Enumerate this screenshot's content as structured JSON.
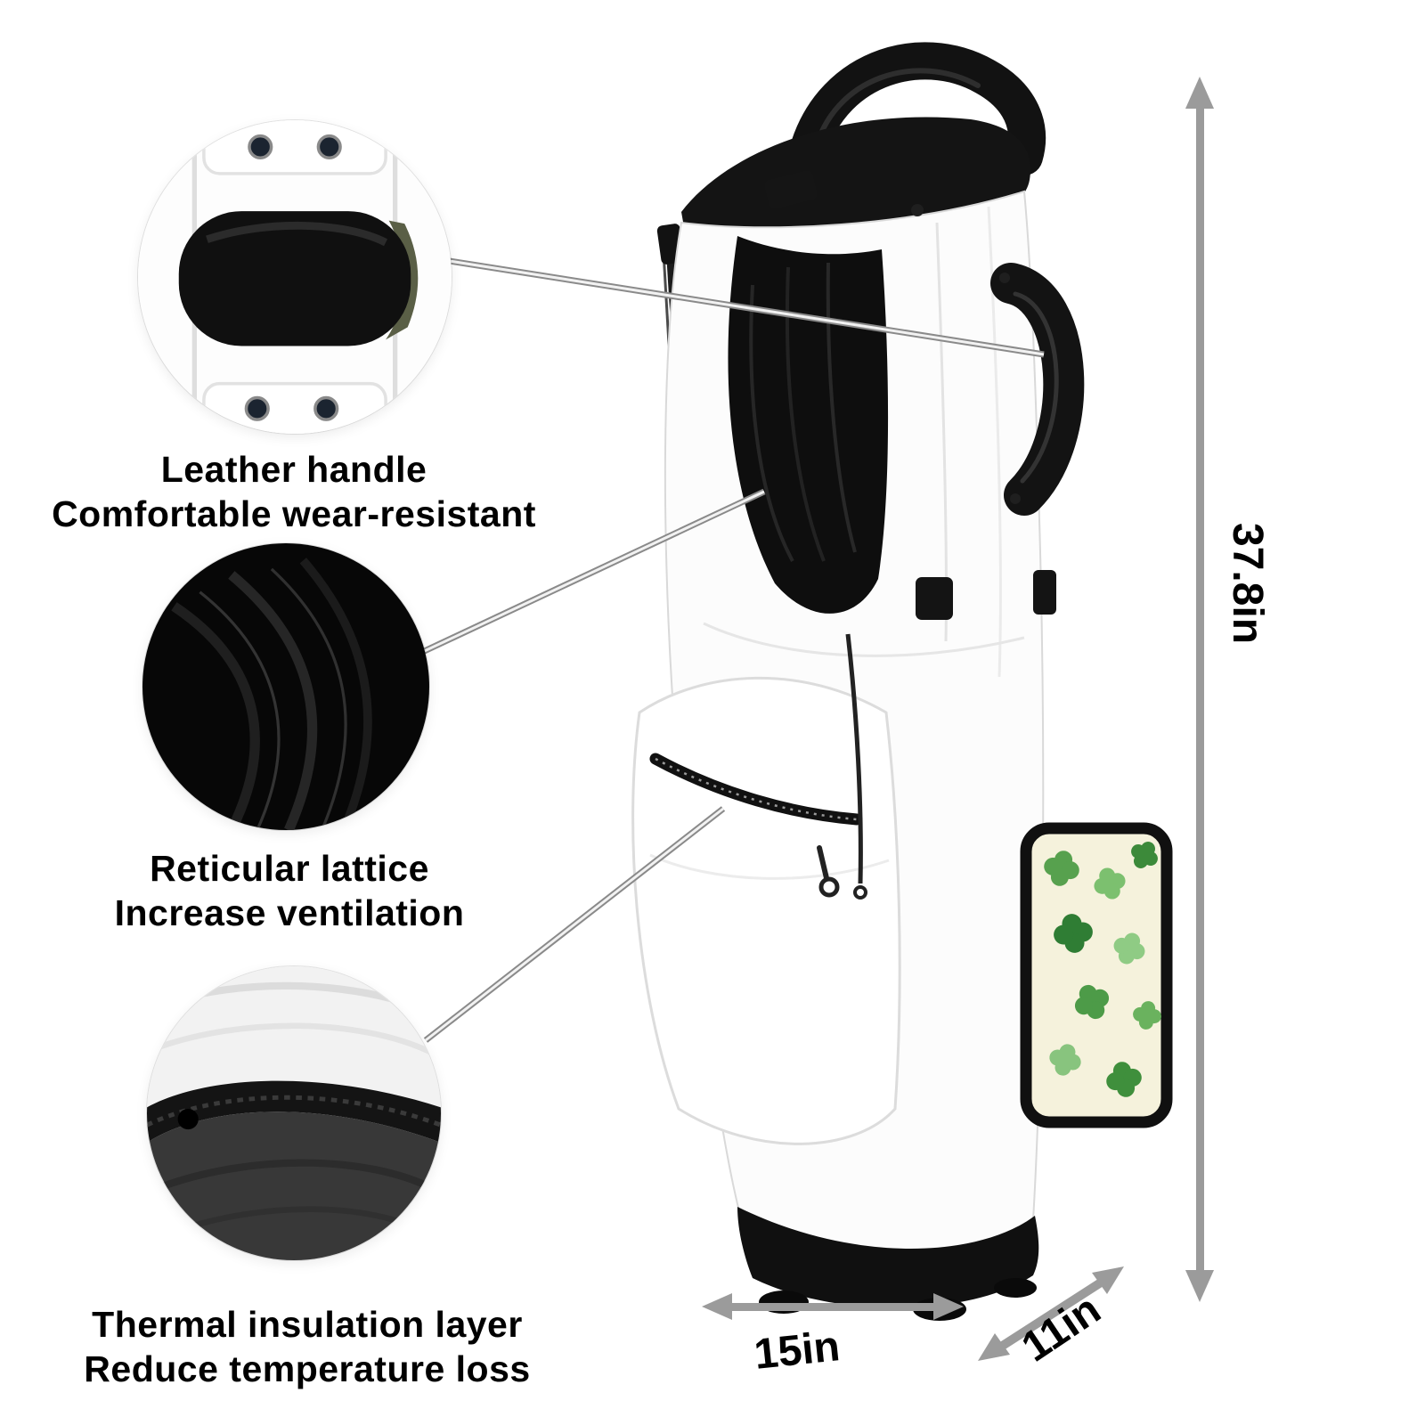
{
  "product": {
    "type": "golf-stand-bag-infographic"
  },
  "callouts": [
    {
      "title": "Leather handle",
      "subtitle": "Comfortable wear-resistant"
    },
    {
      "title": "Reticular lattice",
      "subtitle": "Increase ventilation"
    },
    {
      "title": "Thermal insulation layer",
      "subtitle": "Reduce temperature loss"
    }
  ],
  "dimensions": {
    "height": "37.8in",
    "width": "15in",
    "depth": "11in"
  },
  "icons": {
    "height_arrow": "double-headed-vertical-arrow",
    "width_arrow": "double-headed-horizontal-arrow",
    "depth_arrow": "double-headed-diagonal-arrow",
    "connector_line": "thin-callout-line"
  },
  "colors": {
    "background": "#ffffff",
    "bag_body": "#fcfcfc",
    "bag_dark": "#111111",
    "mesh_black": "#0e0e0e",
    "clover_pocket_bg": "#f5f2dc",
    "clover_green_dark": "#2f7d34",
    "clover_green_mid": "#57a14e",
    "clover_green_light": "#8fcb84",
    "arrow_gray": "#9b9b9b",
    "line_gray": "#8a8a8a",
    "text": "#000000"
  }
}
